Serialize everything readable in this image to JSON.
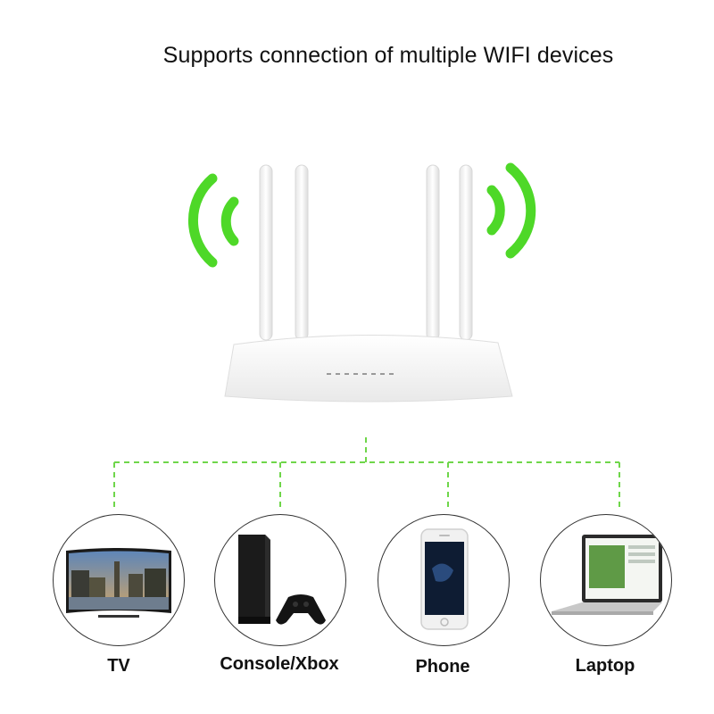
{
  "headline": "Supports connection of multiple WIFI devices",
  "colors": {
    "signal": "#4ed828",
    "connector": "#6fd64a",
    "router_body": "#f2f2f2"
  },
  "devices": [
    {
      "label": "TV",
      "icon": "tv-icon"
    },
    {
      "label": "Console/Xbox",
      "icon": "game-console-icon"
    },
    {
      "label": "Phone",
      "icon": "smartphone-icon"
    },
    {
      "label": "Laptop",
      "icon": "laptop-icon"
    }
  ]
}
